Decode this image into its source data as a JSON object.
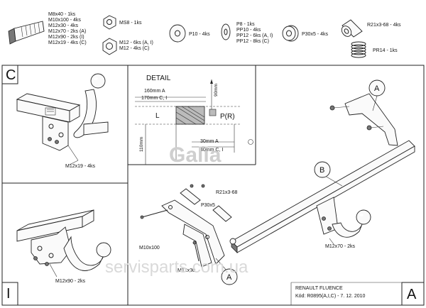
{
  "parts": {
    "bolts": [
      "M8x40 - 1ks",
      "M10x100 - 4ks",
      "M12x30 - 4ks",
      "M12x70 - 2ks (A)",
      "M12x90 - 2ks (I)",
      "M12x19 - 4ks (C)"
    ],
    "nut_ms8": "MS8 - 1ks",
    "nut_m12": [
      "M12 - 6ks (A, I)",
      "M12 - 4ks (C)"
    ],
    "washer_p10": "P10 - 4ks",
    "washer_pp": [
      "P8 - 1ks",
      "PP10 - 4ks",
      "PP12 - 6ks (A, I)",
      "PP12 - 8ks (C)"
    ],
    "washer_p30": "P30x5 - 4ks",
    "sleeve": "R21x3-68 - 4ks",
    "spring": "PR14 - 1ks"
  },
  "panels": {
    "c_letter": "C",
    "i_letter": "I",
    "a_letter": "A",
    "c_bolt": "M12x19 - 4ks",
    "i_bolt": "M12x90 - 2ks"
  },
  "detail": {
    "title": "DETAIL",
    "dim_a": "160mm A",
    "dim_c": "170mm C, I",
    "dim_vert": "90mm",
    "label_l": "L",
    "label_p": "P(R)",
    "dim_height": "110mm",
    "dim_30": "30mm A",
    "dim_40": "40mm C, I"
  },
  "main": {
    "callout_a_top": "A",
    "callout_b": "B",
    "callout_a_bottom": "A",
    "sleeve_label": "R21x3-68",
    "washer_label": "P30x5",
    "bolt_m10": "M10x100",
    "bolt_m12x30": "M12x30",
    "bolt_m12x70": "M12x70 - 2ks"
  },
  "logo": "Galia",
  "watermark": "servisparts.com.ua",
  "titleblock": {
    "model": "RENAULT FLUENCE",
    "code": "Kód: R0895(A,I,C) - 7. 12. 2010"
  }
}
